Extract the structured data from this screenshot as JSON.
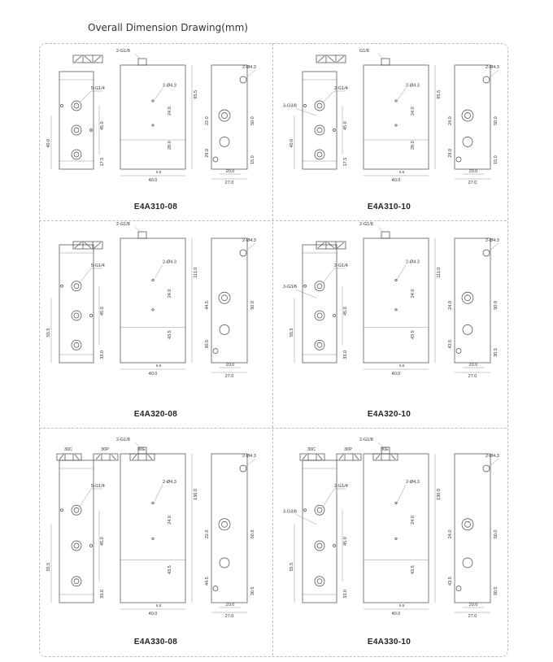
{
  "title": "Overall Dimension Drawing(mm)",
  "panels": [
    {
      "model": "E4A310-08",
      "port_top": "2-G1/8",
      "port_side": "5-G1/4",
      "port_left": "",
      "hole": "2-Ø4.3",
      "dims": {
        "height_left": "40.0",
        "small": "17.5",
        "pitch": "45.0",
        "total": "95.5",
        "upper": "24.0",
        "lower": "28.0",
        "width_mid": "40.0",
        "gap": "6.5",
        "r_upper": "22.0",
        "r_lower": "29.0",
        "r_height": "50.0",
        "r_small": "15.0",
        "w1": "20.0",
        "w2": "27.0"
      },
      "symbols": []
    },
    {
      "model": "E4A310-10",
      "port_top": "G1/8",
      "port_side": "2-G1/4",
      "port_left": "3-G3/8",
      "hole": "2-Ø4.3",
      "dims": {
        "height_left": "40.0",
        "small": "17.5",
        "pitch": "45.0",
        "total": "95.5",
        "upper": "24.0",
        "lower": "28.0",
        "width_mid": "40.0",
        "gap": "6.5",
        "r_upper": "24.0",
        "r_lower": "28.0",
        "r_height": "50.0",
        "r_small": "15.0",
        "w1": "20.0",
        "w2": "27.0"
      },
      "symbols": []
    },
    {
      "model": "E4A320-08",
      "port_top": "2-G1/8",
      "port_side": "5-G1/4",
      "port_left": "",
      "hole": "2-Ø4.3",
      "dims": {
        "height_left": "55.5",
        "small": "33.0",
        "pitch": "45.0",
        "total": "111.0",
        "upper": "24.0",
        "lower": "43.5",
        "width_mid": "40.0",
        "gap": "6.5",
        "r_upper": "44.5",
        "r_lower": "30.5",
        "r_height": "50.0",
        "r_small": "",
        "w1": "20.0",
        "w2": "27.0"
      },
      "symbols": []
    },
    {
      "model": "E4A320-10",
      "port_top": "2-G1/8",
      "port_side": "2-G1/4",
      "port_left": "3-G3/8",
      "hole": "2-Ø4.3",
      "dims": {
        "height_left": "55.5",
        "small": "33.0",
        "pitch": "45.0",
        "total": "111.0",
        "upper": "24.0",
        "lower": "43.5",
        "width_mid": "40.0",
        "gap": "6.5",
        "r_upper": "24.0",
        "r_lower": "43.5",
        "r_height": "50.0",
        "r_small": "30.5",
        "w1": "20.0",
        "w2": "27.0"
      },
      "symbols": []
    },
    {
      "model": "E4A330-08",
      "port_top": "2-G1/8",
      "port_side": "5-G1/4",
      "port_left": "",
      "hole": "2-Ø4.3",
      "dims": {
        "height_left": "55.5",
        "small": "33.0",
        "pitch": "45.0",
        "total": "130.0",
        "upper": "24.0",
        "lower": "43.5",
        "width_mid": "40.0",
        "gap": "6.5",
        "r_upper": "22.0",
        "r_lower": "44.5",
        "r_height": "50.0",
        "r_small": "30.5",
        "w1": "20.0",
        "w2": "27.0"
      },
      "symbols": [
        "30C",
        "30P",
        "30E"
      ]
    },
    {
      "model": "E4A330-10",
      "port_top": "2-G1/8",
      "port_side": "2-G1/4",
      "port_left": "3-G3/8",
      "hole": "2-Ø4.3",
      "dims": {
        "height_left": "55.5",
        "small": "33.0",
        "pitch": "45.0",
        "total": "130.0",
        "upper": "24.0",
        "lower": "43.5",
        "width_mid": "40.0",
        "gap": "6.5",
        "r_upper": "24.0",
        "r_lower": "43.5",
        "r_height": "50.0",
        "r_small": "30.5",
        "w1": "20.0",
        "w2": "27.0"
      },
      "symbols": [
        "30C",
        "30P",
        "30E"
      ]
    }
  ]
}
